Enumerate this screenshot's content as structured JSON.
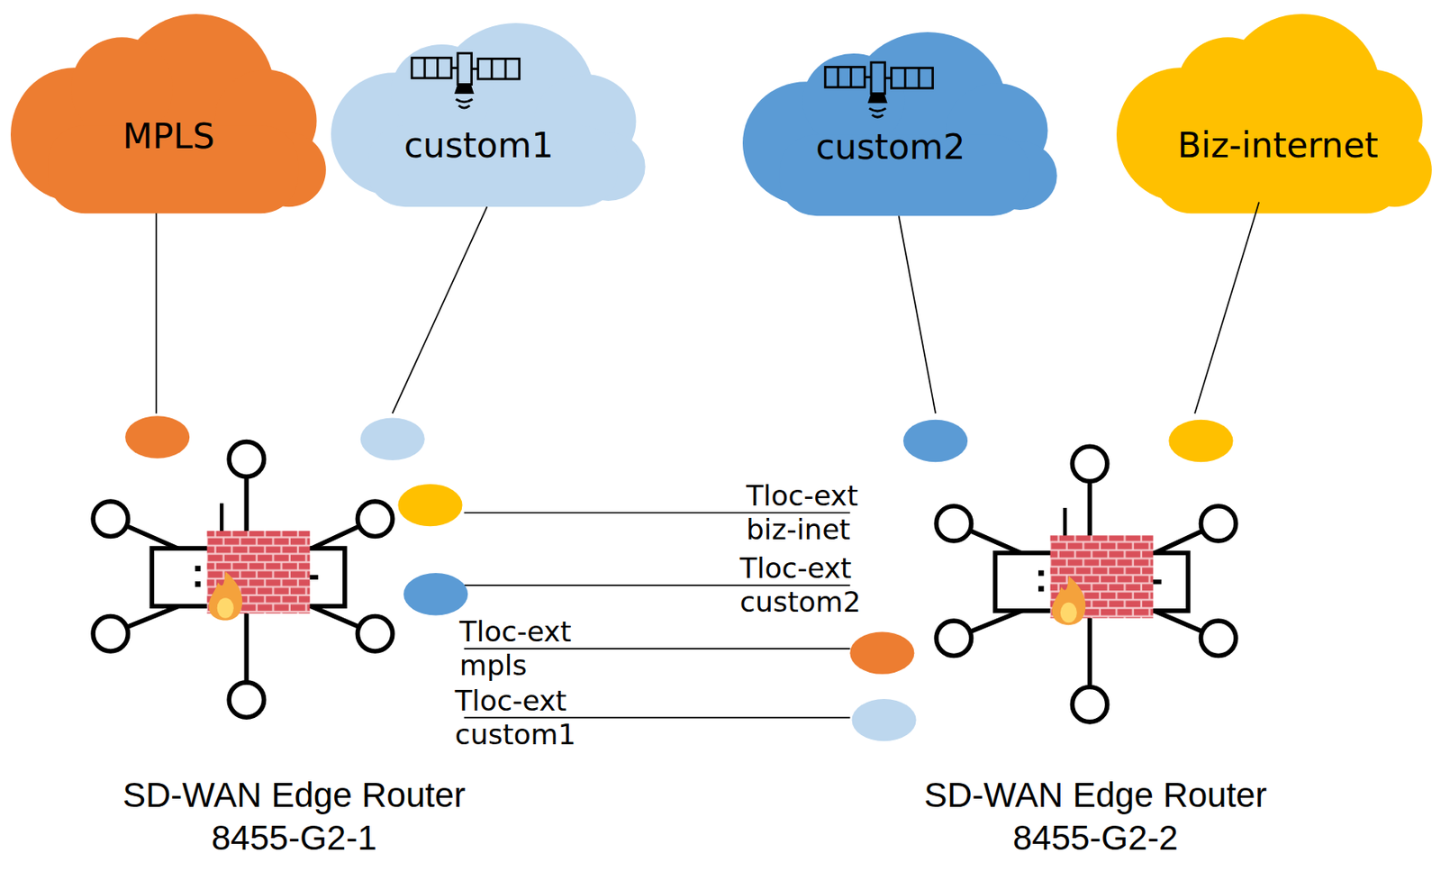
{
  "diagram": {
    "nodes": [
      {
        "text": [
          "MPLS"
        ]
      },
      {
        "text": [
          "custom1"
        ]
      },
      {
        "text": [
          "custom2"
        ]
      },
      {
        "text": [
          "Biz-internet"
        ]
      },
      {
        "text": [
          "SD-WAN Edge Router 8455-G2-1"
        ]
      },
      {
        "text": [
          "SD-WAN Edge Router 8455-G2-2"
        ]
      }
    ],
    "edges": [
      {
        "from": 0,
        "to": 4,
        "arrow": "none"
      },
      {
        "from": 1,
        "to": 4,
        "arrow": "none"
      },
      {
        "from": 2,
        "to": 5,
        "arrow": "none"
      },
      {
        "from": 3,
        "to": 5,
        "arrow": "none"
      },
      {
        "from": 4,
        "to": 5,
        "label": "Tloc-ext biz-inet",
        "arrow": "none"
      },
      {
        "from": 4,
        "to": 5,
        "label": "Tloc-ext custom2",
        "arrow": "none"
      },
      {
        "from": 5,
        "to": 4,
        "label": "Tloc-ext mpls",
        "arrow": "none"
      },
      {
        "from": 5,
        "to": 4,
        "label": "Tloc-ext custom1",
        "arrow": "none"
      }
    ]
  }
}
